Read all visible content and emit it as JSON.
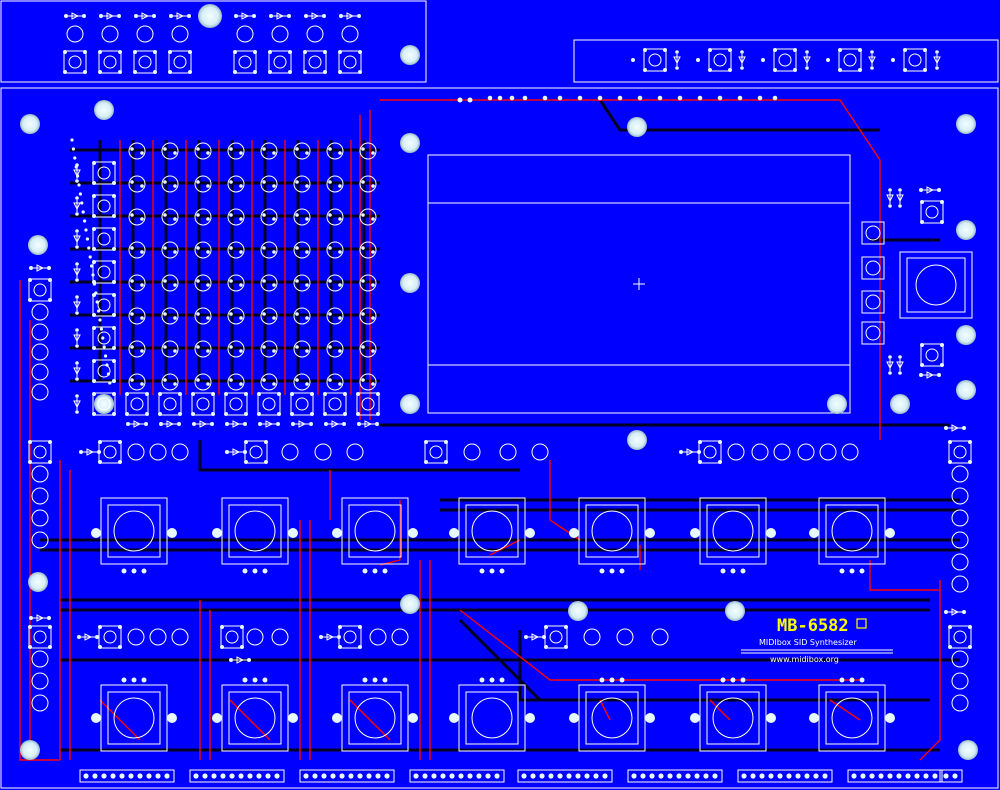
{
  "board": {
    "name": "MB-6582",
    "subtitle": "MIDIbox SID Synthesizer",
    "url": "www.midibox.org"
  },
  "colors": {
    "background": "#0000ff",
    "copper_top": "#ff0000",
    "copper_bottom": "#000000",
    "silkscreen": "#ffffff",
    "pad": "#e8f8ff",
    "title_text": "#ffff00"
  },
  "icons": {
    "mounting_hole": "mounting-hole-icon",
    "pad": "pad-icon",
    "diode": "diode-icon",
    "pushbutton": "pushbutton-icon",
    "encoder": "encoder-icon",
    "led": "led-icon"
  }
}
